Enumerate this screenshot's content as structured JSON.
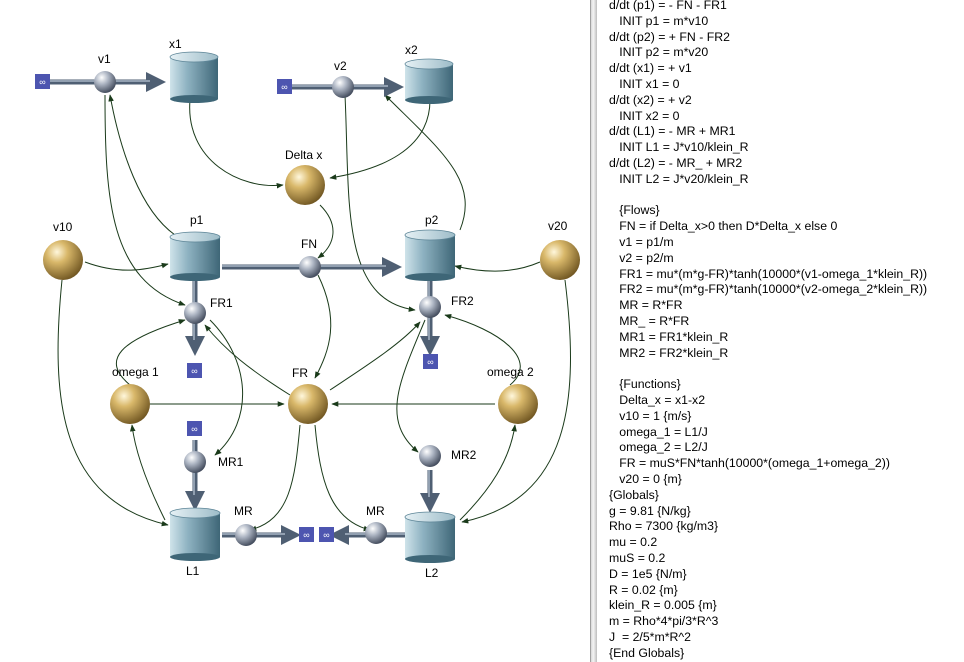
{
  "diagram": {
    "labels": {
      "v1": "v1",
      "x1": "x1",
      "v2": "v2",
      "x2": "x2",
      "delta_x": "Delta x",
      "v10": "v10",
      "p1": "p1",
      "fn": "FN",
      "p2": "p2",
      "v20": "v20",
      "fr1": "FR1",
      "fr2": "FR2",
      "omega1": "omega 1",
      "fr": "FR",
      "omega2": "omega 2",
      "mr1": "MR1",
      "mr2": "MR2",
      "mr_left": "MR",
      "mr_right": "MR",
      "l1": "L1",
      "l2": "L2"
    },
    "colors": {
      "stock": "#5d8597",
      "auxiliary": "#b89545",
      "flow_valve": "#8d97a6",
      "cloud_box": "#4d55b0",
      "pipe": "#4f5f73",
      "link": "#1a3a1a"
    }
  },
  "equations": {
    "lines": [
      "d/dt (p1) = - FN - FR1",
      "   INIT p1 = m*v10",
      "d/dt (p2) = + FN - FR2",
      "   INIT p2 = m*v20",
      "d/dt (x1) = + v1",
      "   INIT x1 = 0",
      "d/dt (x2) = + v2",
      "   INIT x2 = 0",
      "d/dt (L1) = - MR + MR1",
      "   INIT L1 = J*v10/klein_R",
      "d/dt (L2) = - MR_ + MR2",
      "   INIT L2 = J*v20/klein_R",
      "",
      "   {Flows}",
      "   FN = if Delta_x>0 then D*Delta_x else 0",
      "   v1 = p1/m",
      "   v2 = p2/m",
      "   FR1 = mu*(m*g-FR)*tanh(10000*(v1-omega_1*klein_R))",
      "   FR2 = mu*(m*g-FR)*tanh(10000*(v2-omega_2*klein_R))",
      "   MR = R*FR",
      "   MR_ = R*FR",
      "   MR1 = FR1*klein_R",
      "   MR2 = FR2*klein_R",
      "",
      "   {Functions}",
      "   Delta_x = x1-x2",
      "   v10 = 1 {m/s}",
      "   omega_1 = L1/J",
      "   omega_2 = L2/J",
      "   FR = muS*FN*tanh(10000*(omega_1+omega_2))",
      "   v20 = 0 {m}",
      "{Globals}",
      "g = 9.81 {N/kg}",
      "Rho = 7300 {kg/m3}",
      "mu = 0.2",
      "muS = 0.2",
      "D = 1e5 {N/m}",
      "R = 0.02 {m}",
      "klein_R = 0.005 {m}",
      "m = Rho*4*pi/3*R^3",
      "J  = 2/5*m*R^2",
      "{End Globals}"
    ]
  }
}
